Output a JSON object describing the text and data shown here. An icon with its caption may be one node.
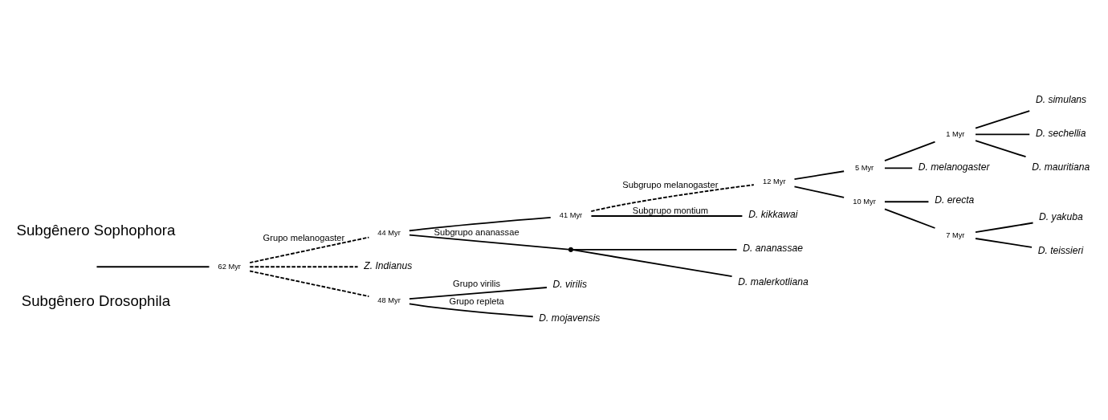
{
  "diagram": {
    "nodes": [
      {
        "text": [
          "62 Myr"
        ]
      },
      {
        "text": [
          "44 Myr"
        ]
      },
      {
        "text": [
          "41 Myr"
        ]
      },
      {
        "text": [
          "12 Myr"
        ]
      },
      {
        "text": [
          "5 Myr"
        ]
      },
      {
        "text": [
          "1 Myr"
        ]
      },
      {
        "text": [
          "D. simulans"
        ]
      },
      {
        "text": [
          "D. sechellia"
        ]
      },
      {
        "text": [
          "D. mauritiana"
        ]
      },
      {
        "text": [
          "D. melanogaster"
        ]
      },
      {
        "text": [
          "10 Myr"
        ]
      },
      {
        "text": [
          "D. erecta"
        ]
      },
      {
        "text": [
          "7 Myr"
        ]
      },
      {
        "text": [
          "D. yakuba"
        ]
      },
      {
        "text": [
          "D. teissieri"
        ]
      },
      {
        "text": [
          "D. kikkawai"
        ]
      },
      {
        "text": [],
        "shape": "point"
      },
      {
        "text": [
          "D. ananassae"
        ]
      },
      {
        "text": [
          "D. malerkotliana"
        ]
      },
      {
        "text": [
          "Z. Indianus"
        ]
      },
      {
        "text": [
          "48 Myr"
        ]
      },
      {
        "text": [
          "D. virilis"
        ]
      },
      {
        "text": [
          "D. mojavensis"
        ]
      }
    ],
    "edges": [
      {
        "from": null,
        "to": 0,
        "arrow": "none"
      },
      {
        "from": 0,
        "to": 1,
        "arrow": "none",
        "label": "Grupo melanogaster",
        "style": "dashed"
      },
      {
        "from": 1,
        "to": 2,
        "arrow": "none"
      },
      {
        "from": 2,
        "to": 3,
        "arrow": "none",
        "label": "Subgrupo melanogaster",
        "style": "dashed"
      },
      {
        "from": 3,
        "to": 4,
        "arrow": "none"
      },
      {
        "from": 4,
        "to": 5,
        "arrow": "none"
      },
      {
        "from": 5,
        "to": 6,
        "arrow": "none"
      },
      {
        "from": 5,
        "to": 7,
        "arrow": "none"
      },
      {
        "from": 5,
        "to": 8,
        "arrow": "none"
      },
      {
        "from": 4,
        "to": 9,
        "arrow": "none"
      },
      {
        "from": 3,
        "to": 10,
        "arrow": "none"
      },
      {
        "from": 10,
        "to": 11,
        "arrow": "none"
      },
      {
        "from": 10,
        "to": 12,
        "arrow": "none"
      },
      {
        "from": 12,
        "to": 13,
        "arrow": "none"
      },
      {
        "from": 12,
        "to": 14,
        "arrow": "none"
      },
      {
        "from": 2,
        "to": 15,
        "arrow": "none",
        "label": "Subgrupo montium"
      },
      {
        "from": 1,
        "to": 16,
        "arrow": "none",
        "label": "Subgrupo ananassae"
      },
      {
        "from": 16,
        "to": 17,
        "arrow": "none"
      },
      {
        "from": 16,
        "to": 18,
        "arrow": "none"
      },
      {
        "from": 0,
        "to": 19,
        "arrow": "none",
        "style": "dashed"
      },
      {
        "from": 0,
        "to": 20,
        "arrow": "none",
        "style": "dashed"
      },
      {
        "from": 20,
        "to": 21,
        "arrow": "none",
        "label": "Grupo virilis"
      },
      {
        "from": 20,
        "to": 22,
        "arrow": "none",
        "label": "Grupo repleta"
      }
    ],
    "labels": [
      "Subgênero Sophophora",
      "Subgênero Drosophila"
    ]
  }
}
